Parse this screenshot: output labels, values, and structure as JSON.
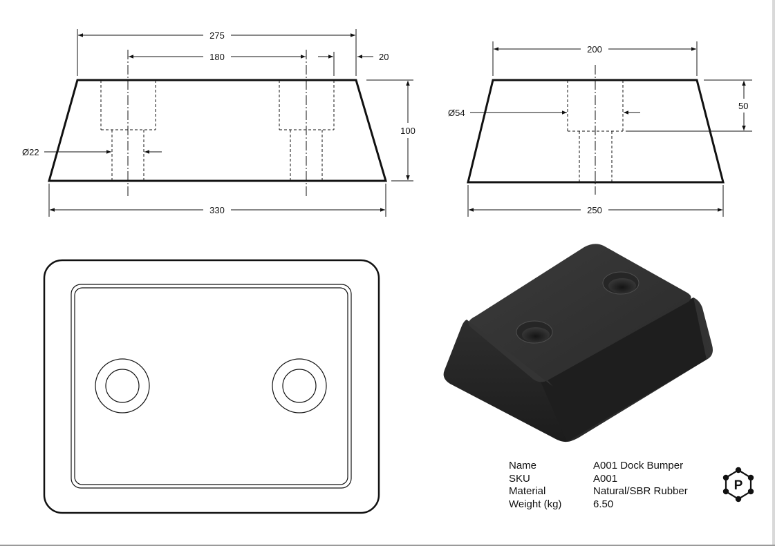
{
  "front_view": {
    "dim_top_width": "275",
    "dim_hole_spacing": "180",
    "dim_edge_offset": "20",
    "dim_height": "100",
    "dim_bottom_width": "330",
    "dim_hole_diameter": "Ø22"
  },
  "side_view": {
    "dim_top_width": "200",
    "dim_counterbore_diameter": "Ø54",
    "dim_counterbore_depth": "50",
    "dim_bottom_width": "250"
  },
  "info": {
    "name_label": "Name",
    "name_value": "A001 Dock Bumper",
    "sku_label": "SKU",
    "sku_value": "A001",
    "material_label": "Material",
    "material_value": "Natural/SBR Rubber",
    "weight_label": "Weight (kg)",
    "weight_value": "6.50"
  },
  "logo": {
    "letter": "P",
    "icon": "hexagon-logo-icon"
  },
  "colors": {
    "line": "#111111",
    "rubber_dark": "#2b2b2b",
    "rubber_top": "#3a3a3a"
  }
}
